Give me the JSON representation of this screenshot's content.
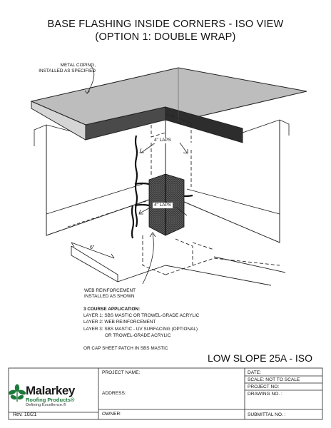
{
  "title": {
    "line1": "BASE FLASHING INSIDE CORNERS - ISO VIEW",
    "line2": "(OPTION 1: DOUBLE WRAP)"
  },
  "callouts": {
    "coping_l1": "METAL COPING,",
    "coping_l2": "INSTALLED AS SPECIFIED",
    "laps_upper": "4\" LAPS",
    "laps_lower": "4\" LAPS",
    "dim_6": "6\"",
    "web_l1": "WEB REINFORCEMENT",
    "web_l2": "INSTALLED AS SHOWN"
  },
  "course_notes": {
    "heading": "3 COURSE APPLICATION:",
    "layer1": "LAYER 1: SBS MASTIC OR TROWEL-GRADE ACRYLIC",
    "layer2": "LAYER 2: WEB REINFORCEMENT",
    "layer3": "LAYER 3: SBS MASTIC - UV SURFACING (OPTIONAL)",
    "layer3b": "OR TROWEL-GRADE ACRYLIC",
    "alt": "OR CAP SHEET PATCH IN SBS MASTIC"
  },
  "drawing_id": "LOW SLOPE 25A - ISO",
  "title_block": {
    "project_name": "PROJECT NAME:",
    "address": "ADDRESS:",
    "owner": "OWNER:",
    "date": "DATE:",
    "scale": "SCALE:  NOT TO SCALE",
    "project_no": "PROJECT NO:",
    "drawing_no": "DRAWING NO. :",
    "submittal_no": "SUBMITTAL NO. :"
  },
  "logo": {
    "name": "Malarkey",
    "sub": "Roofing Products®",
    "tagline": "Defining Excellence.®",
    "icon": "leaf-cluster-icon",
    "color": "#1e7a3c"
  },
  "revision": "Rev. 10/21"
}
